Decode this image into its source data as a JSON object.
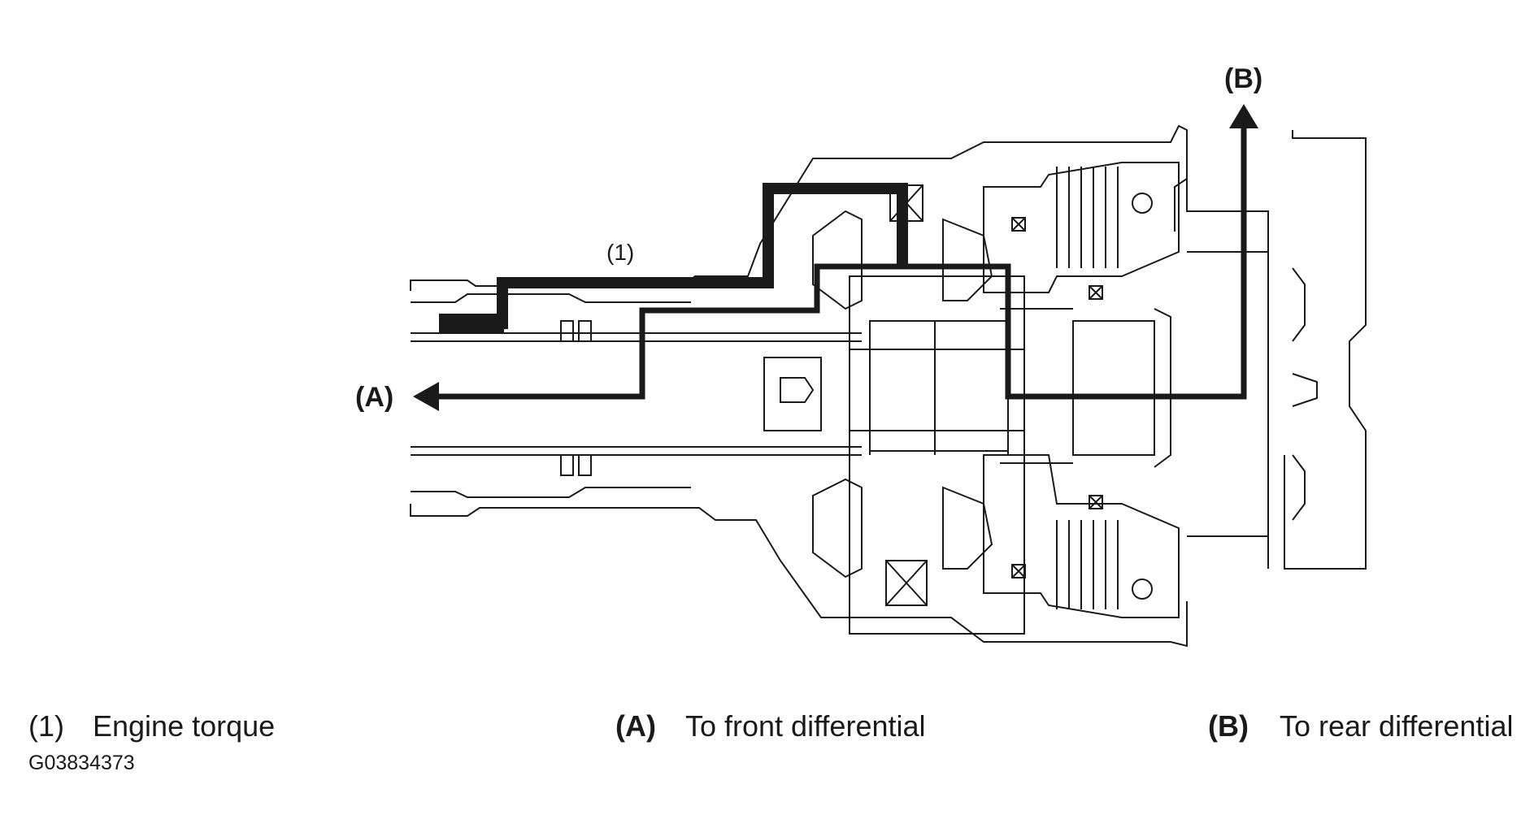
{
  "diagram": {
    "callout_torque": "(1)",
    "arrow_front_label": "(A)",
    "arrow_rear_label": "(B)"
  },
  "legend": [
    {
      "key": "(1)",
      "text": "Engine torque"
    },
    {
      "key": "(A)",
      "text": "To front differential"
    },
    {
      "key": "(B)",
      "text": "To rear differential"
    }
  ],
  "figure_id": "G03834373",
  "colors": {
    "line": "#1a1a1a",
    "background": "#ffffff"
  }
}
